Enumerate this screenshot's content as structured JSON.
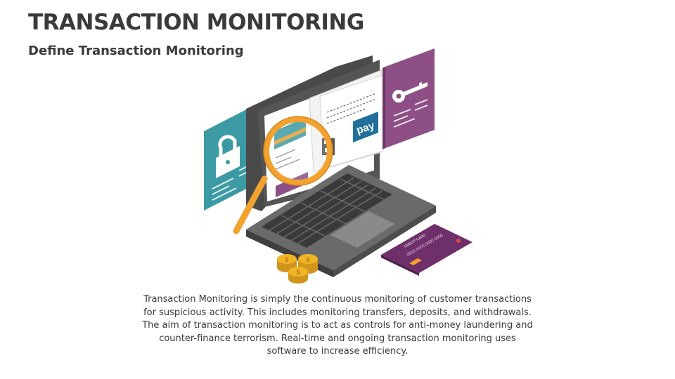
{
  "slide": {
    "title": "TRANSACTION MONITORING",
    "subtitle": "Define Transaction Monitoring",
    "body": "Transaction Monitoring is simply the continuous monitoring of customer transactions for suspicious activity. This includes monitoring transfers, deposits, and withdrawals. The aim of transaction monitoring is to act as controls for anti-money laundering and counter-finance terrorism. Real-time and ongoing transaction monitoring uses software to increase efficiency."
  },
  "illustration": {
    "pay_label": "pay",
    "card_label": "CREDIT CARD",
    "card_number": "0000 0000 0000 0000",
    "coin_symbol": "$",
    "icons": [
      "lock-icon",
      "key-icon",
      "magnifier-icon",
      "laptop-icon",
      "credit-card-icon",
      "coins-icon"
    ]
  },
  "colors": {
    "title": "#3a3a3a",
    "teal": "#3b9aa3",
    "purple": "#8d4f86",
    "orange": "#f2a22e",
    "laptop": "#5a5a5a",
    "card": "#6f2f6a",
    "coin": "#f0b427"
  }
}
